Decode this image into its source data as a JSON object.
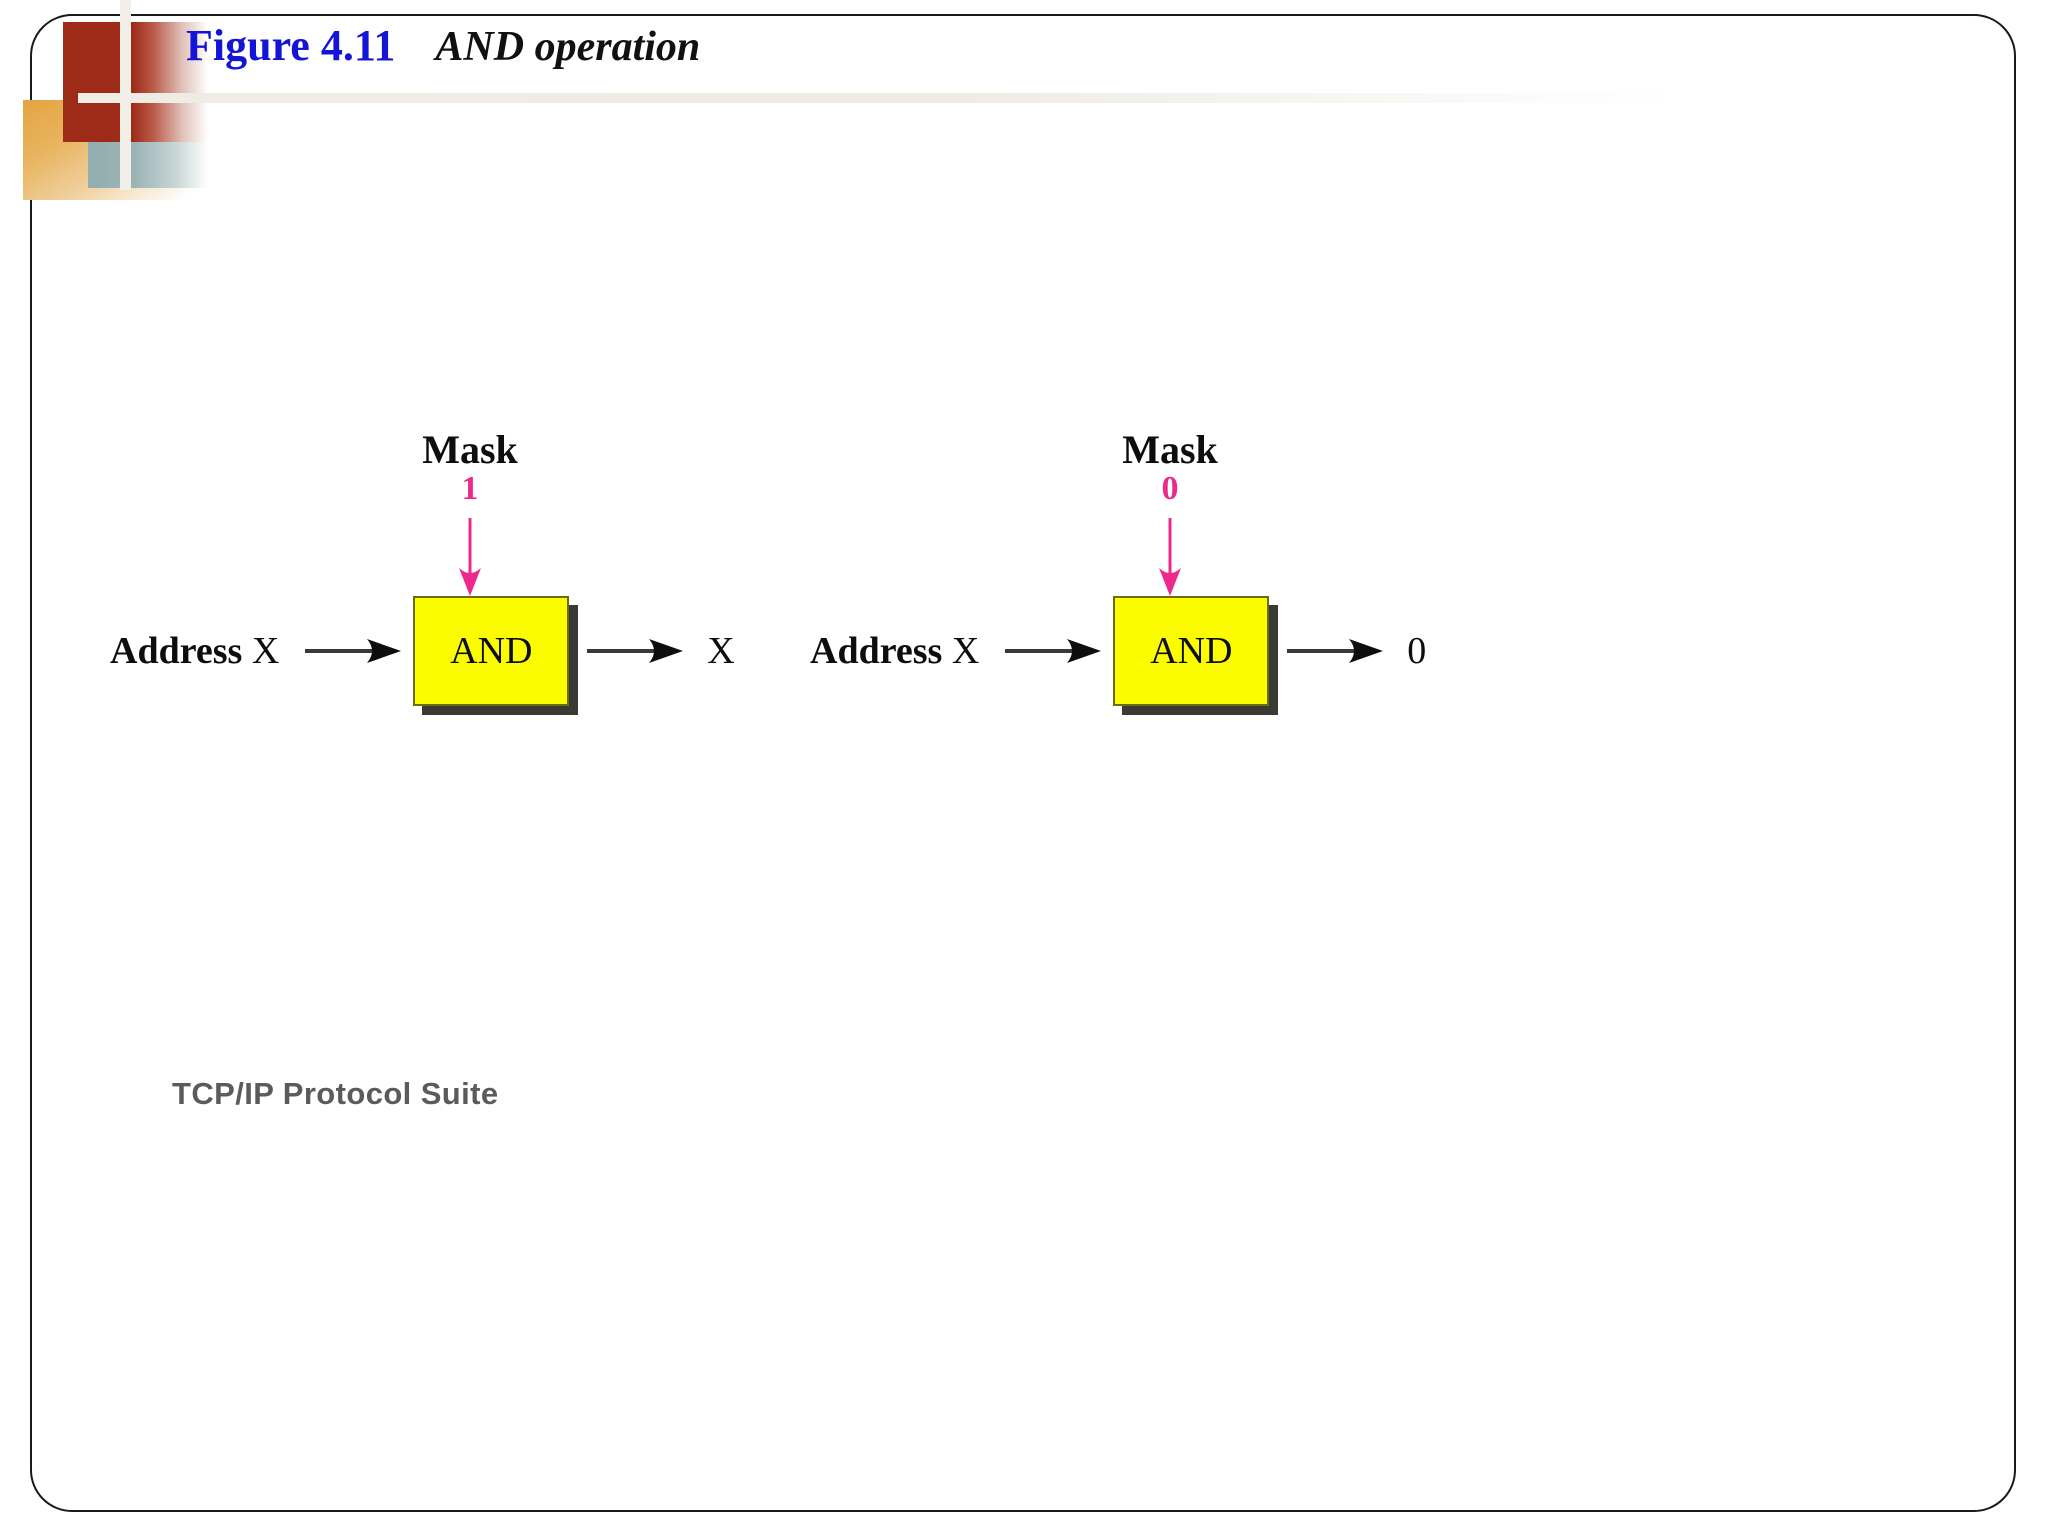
{
  "slide": {
    "title_figure": "Figure 4.11",
    "title_name": "AND operation",
    "footer": "TCP/IP Protocol Suite",
    "colors": {
      "title_figure": "#1414d6",
      "title_name": "#111111",
      "mask_value": "#ed2a8c",
      "and_box_fill": "#fcfc00",
      "and_box_shadow": "#3a3a35",
      "footer_text": "#5b5b5b",
      "deco_red": "#9e2b18",
      "deco_gold": "#e4a441",
      "deco_teal": "#93aeb0"
    }
  },
  "diagram": {
    "type": "logic-gate-illustration",
    "units": [
      {
        "mask_label": "Mask",
        "mask_value": "1",
        "input_label_bold": "Address",
        "input_label_var": "X",
        "gate": "AND",
        "output_label": "X"
      },
      {
        "mask_label": "Mask",
        "mask_value": "0",
        "input_label_bold": "Address",
        "input_label_var": "X",
        "gate": "AND",
        "output_label": "0"
      }
    ]
  }
}
